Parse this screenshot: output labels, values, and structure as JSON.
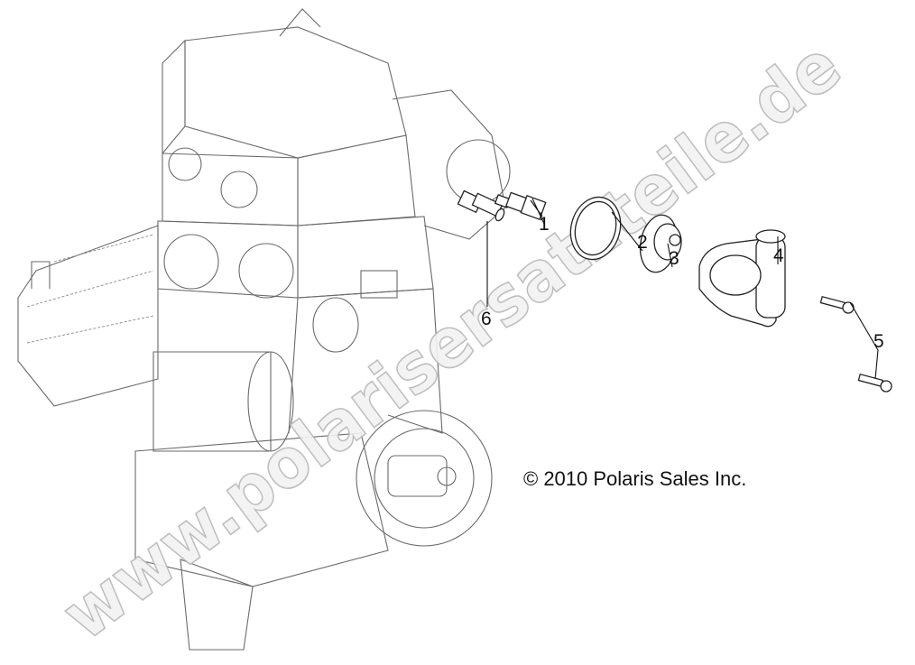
{
  "diagram": {
    "callouts": [
      "1",
      "2",
      "3",
      "4",
      "5",
      "6"
    ],
    "copyright": "© 2010 Polaris Sales Inc.",
    "watermark": "www.polarisersatzteile.de"
  }
}
